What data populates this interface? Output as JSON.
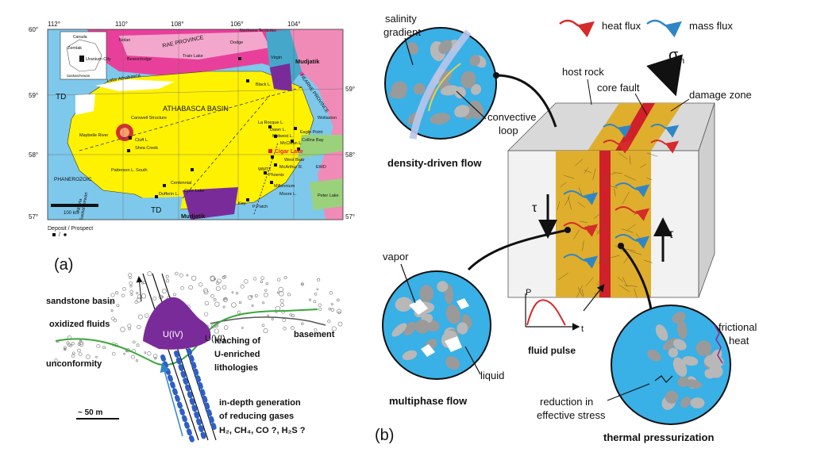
{
  "panel_a_label": "(a)",
  "panel_b_label": "(b)",
  "map": {
    "lon_labels": [
      "112°",
      "110°",
      "108°",
      "106°",
      "104°"
    ],
    "lat_labels": [
      "60°",
      "59°",
      "58°",
      "57°",
      "59°",
      "58°",
      "57°"
    ],
    "basin_name": "ATHABASCA BASIN",
    "province_text": "RAE PROVINCE",
    "hearne_text": "HEARNE PROVINCE",
    "phanerozoic": "PHANEROZOIC",
    "td_left_top": "TD",
    "td_left_bottom": "TD",
    "mudjatik_top": "Mudjatik",
    "mudjatik_bottom": "Mudjatik",
    "nw_territories": "Northwest Territories",
    "lake_athabasca": "Lake Athabasca",
    "cigar_lake": "Cigar Lake",
    "scale": "100 km",
    "legend_caption": "Deposit / Prospect",
    "inset_canada": "Canada",
    "inset_sask": "Saskatchewan",
    "places": [
      "Nolan",
      "Zemlak",
      "Uranium City",
      "Beaverlodge",
      "Train Lake",
      "Dodge",
      "Black L.",
      "Carswell Structure",
      "Maybelle River",
      "Cluff L.",
      "Shea Creek",
      "Patterson L. South",
      "La Rocque L.",
      "Dawn L.",
      "Midwest L.",
      "McClean L.",
      "Eagle Point",
      "Collins Bay",
      "West Bear",
      "McArthur R.",
      "Phoenix",
      "Millennium",
      "Moore L.",
      "P Patch",
      "Centennial",
      "Dufferin L.",
      "Cree Lake",
      "Key",
      "Alberta",
      "Saskatchewan",
      "Wollaston",
      "Peter Lake",
      "EWD",
      "WMTZ",
      "Virgin"
    ]
  },
  "cross_section": {
    "sandstone_basin": "sandstone basin",
    "oxidized_fluids": "oxidized fluids",
    "unconformity": "unconformity",
    "basement": "basement",
    "u4": "U(IV)",
    "u6": "U(VI)",
    "leaching": [
      "leaching of",
      "U-enriched",
      "lithologies"
    ],
    "gases": [
      "in-depth generation",
      "of reducing gases",
      "H₂, CH₄, CO ?, H₂S ?"
    ],
    "scale": "~ 50 m"
  },
  "fault": {
    "heat_flux": "heat flux",
    "mass_flux": "mass flux",
    "sigma": "σ",
    "sigma_sub": "n",
    "host_rock": "host rock",
    "core_fault": "core fault",
    "damage_zone": "damage zone",
    "tau": "τ",
    "salinity": [
      "salinity",
      "gradient"
    ],
    "convective": [
      "convective",
      "loop"
    ],
    "density_flow": "density-driven flow",
    "vapor": "vapor",
    "liquid": "liquid",
    "multiphase": "multiphase flow",
    "fluid_pulse": "fluid pulse",
    "p_axis": "P",
    "t_axis": "t",
    "frictional": [
      "frictional",
      "heat"
    ],
    "reduction": [
      "reduction in",
      "effective stress"
    ],
    "thermal": "thermal pressurization"
  },
  "colors": {
    "basin": "#fff200",
    "rae": "#e8409a",
    "td": "#7ec8ec",
    "purple": "#7a2b9a",
    "fault_core": "#d0202a",
    "damage": "#dfae2c",
    "water": "#39b0e6",
    "heat": "#d52b2b",
    "mass": "#2f86c6"
  }
}
